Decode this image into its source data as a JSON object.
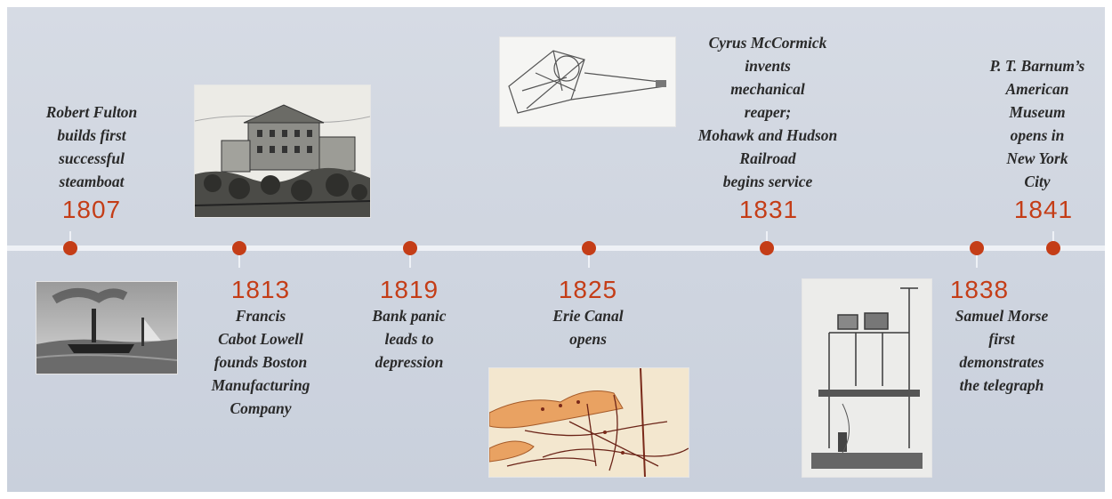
{
  "events": [
    {
      "year": "1807",
      "caption": [
        "Robert Fulton",
        "builds first",
        "successful",
        "steamboat"
      ]
    },
    {
      "year": "1813",
      "caption": [
        "Francis",
        "Cabot Lowell",
        "founds Boston",
        "Manufacturing",
        "Company"
      ]
    },
    {
      "year": "1819",
      "caption": [
        "Bank panic",
        "leads to",
        "depression"
      ]
    },
    {
      "year": "1825",
      "caption": [
        "Erie Canal",
        "opens"
      ]
    },
    {
      "year": "1831",
      "caption": [
        "Cyrus McCormick",
        "invents",
        "mechanical",
        "reaper;",
        "Mohawk and Hudson",
        "Railroad",
        "begins service"
      ]
    },
    {
      "year": "1838",
      "caption": [
        "Samuel Morse",
        "first",
        "demonstrates",
        "the telegraph"
      ]
    },
    {
      "year": "1841",
      "caption": [
        "P. T. Barnum’s",
        "American",
        "Museum",
        "opens in",
        "New York",
        "City"
      ]
    }
  ],
  "colors": {
    "accent": "#c43d17",
    "background": "#ccd3de",
    "axis": "#eef1f6"
  }
}
